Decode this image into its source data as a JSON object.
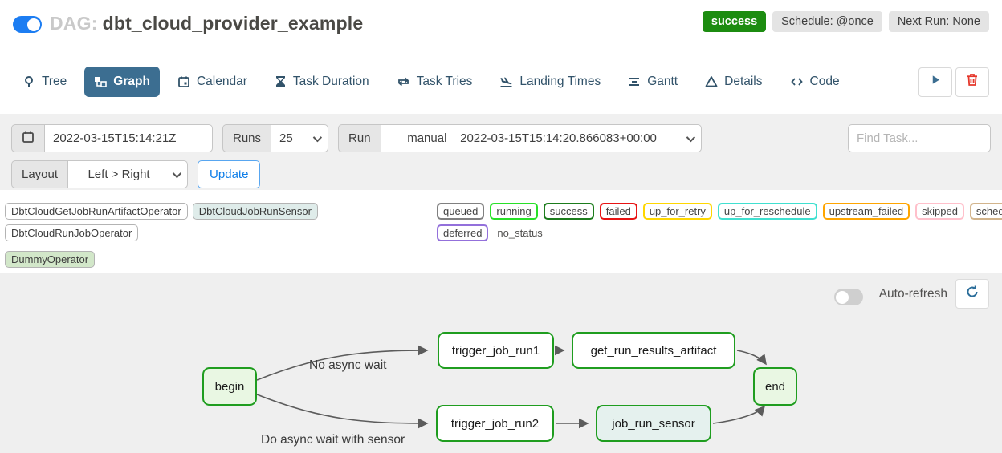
{
  "header": {
    "dag_prefix": "DAG:",
    "dag_name": "dbt_cloud_provider_example",
    "status_badge": "success",
    "schedule_badge": "Schedule: @once",
    "next_run_badge": "Next Run: None",
    "toggle_state": "on",
    "colors": {
      "toggle_on": "#1c7df2",
      "success_badge": "#1c8c10",
      "active_tab": "#3c6e91"
    }
  },
  "tabs": [
    {
      "label": "Tree",
      "active": false
    },
    {
      "label": "Graph",
      "active": true
    },
    {
      "label": "Calendar",
      "active": false
    },
    {
      "label": "Task Duration",
      "active": false
    },
    {
      "label": "Task Tries",
      "active": false
    },
    {
      "label": "Landing Times",
      "active": false
    },
    {
      "label": "Gantt",
      "active": false
    },
    {
      "label": "Details",
      "active": false
    },
    {
      "label": "Code",
      "active": false
    }
  ],
  "filters": {
    "date_value": "2022-03-15T15:14:21Z",
    "runs_label": "Runs",
    "runs_value": "25",
    "run_label": "Run",
    "run_value": "manual__2022-03-15T15:14:20.866083+00:00",
    "find_task_placeholder": "Find Task...",
    "layout_label": "Layout",
    "layout_value": "Left > Right",
    "update_label": "Update"
  },
  "legend": {
    "operators": [
      {
        "label": "DbtCloudGetJobRunArtifactOperator",
        "bg": "#ffffff"
      },
      {
        "label": "DbtCloudJobRunSensor",
        "bg": "#dfecea"
      },
      {
        "label": "DbtCloudRunJobOperator",
        "bg": "#ffffff"
      },
      {
        "label": "DummyOperator",
        "bg": "#d2e7c9"
      }
    ],
    "statuses": [
      {
        "label": "queued",
        "color": "#808080"
      },
      {
        "label": "running",
        "color": "#28e028"
      },
      {
        "label": "success",
        "color": "#1c7c1c"
      },
      {
        "label": "failed",
        "color": "#e81313"
      },
      {
        "label": "up_for_retry",
        "color": "#ffd700"
      },
      {
        "label": "up_for_reschedule",
        "color": "#40e0d0"
      },
      {
        "label": "upstream_failed",
        "color": "#ffa500"
      },
      {
        "label": "skipped",
        "color": "#ffc0cb"
      },
      {
        "label": "scheduled",
        "color": "#d2b48c"
      },
      {
        "label": "deferred",
        "color": "#9370db"
      },
      {
        "label": "no_status",
        "color": "none"
      }
    ]
  },
  "graph": {
    "auto_refresh_label": "Auto-refresh",
    "auto_refresh_state": "off",
    "node_border_color": "#1f9d1f",
    "nodes": [
      {
        "id": "begin",
        "label": "begin",
        "fill": "#e9f7e3"
      },
      {
        "id": "trigger_job_run1",
        "label": "trigger_job_run1",
        "fill": "#ffffff"
      },
      {
        "id": "get_run_results_artifact",
        "label": "get_run_results_artifact",
        "fill": "#ffffff"
      },
      {
        "id": "end",
        "label": "end",
        "fill": "#e9f7e3"
      },
      {
        "id": "trigger_job_run2",
        "label": "trigger_job_run2",
        "fill": "#ffffff"
      },
      {
        "id": "job_run_sensor",
        "label": "job_run_sensor",
        "fill": "#e5f1ee"
      }
    ],
    "edge_labels": [
      "No async wait",
      "Do async wait with sensor"
    ],
    "edges": [
      "begin -> trigger_job_run1",
      "trigger_job_run1 -> get_run_results_artifact",
      "get_run_results_artifact -> end",
      "begin -> trigger_job_run2",
      "trigger_job_run2 -> job_run_sensor",
      "job_run_sensor -> end"
    ]
  }
}
